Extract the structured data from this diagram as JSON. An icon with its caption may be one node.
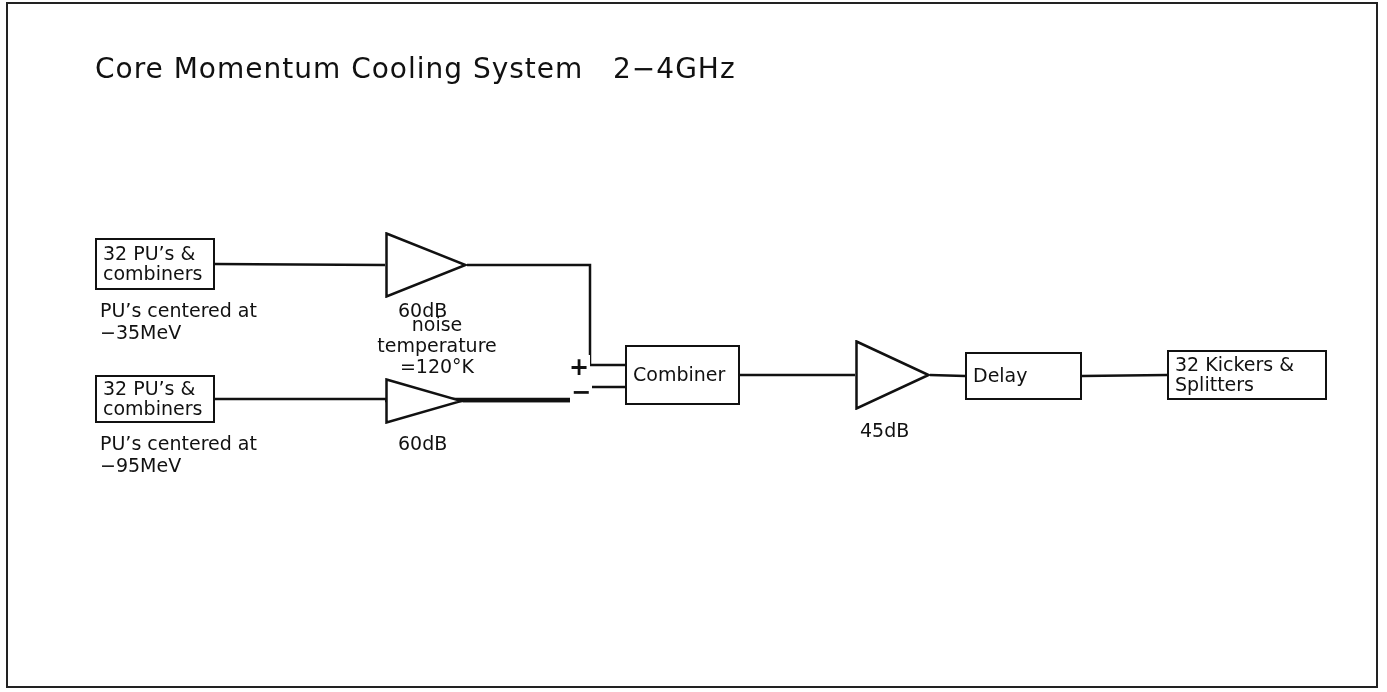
{
  "diagram": {
    "title": "Core Momentum Cooling System   2−4GHz",
    "nodes": [
      {
        "text": [
          "32 PU’s & combiners"
        ],
        "beside": [
          "PU’s centered at −35MeV"
        ]
      },
      {
        "text": [],
        "shape": "triangle",
        "beside": [
          "60dB"
        ]
      },
      {
        "text": [
          "32 PU’s & combiners"
        ],
        "beside": [
          "PU’s centered at −95MeV"
        ]
      },
      {
        "text": [],
        "shape": "triangle",
        "beside": [
          "60dB"
        ]
      },
      {
        "text": [
          "Combiner"
        ]
      },
      {
        "text": [],
        "shape": "triangle",
        "beside": [
          "45dB"
        ]
      },
      {
        "text": [
          "Delay"
        ]
      },
      {
        "text": [
          "32 Kickers & Splitters"
        ]
      }
    ],
    "edges": [
      {
        "from": 0,
        "to": 1,
        "arrow": "none"
      },
      {
        "from": 2,
        "to": 3,
        "arrow": "none"
      },
      {
        "from": 1,
        "to": 4,
        "arrow": "none",
        "label": "+"
      },
      {
        "from": 3,
        "to": 4,
        "arrow": "none",
        "label": "−"
      },
      {
        "from": 4,
        "to": 5,
        "arrow": "none"
      },
      {
        "from": 5,
        "to": 6,
        "arrow": "none"
      },
      {
        "from": 6,
        "to": 7,
        "arrow": "none"
      }
    ],
    "labels": [
      "noise temperature =120°K"
    ]
  }
}
